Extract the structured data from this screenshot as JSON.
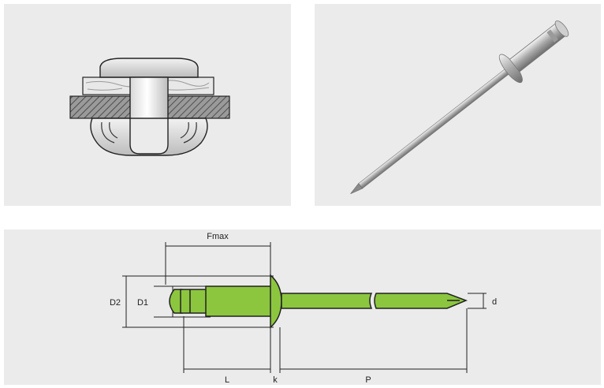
{
  "dimension_labels": {
    "fmax": "Fmax",
    "d2": "D2",
    "d1": "D1",
    "d": "d",
    "l": "L",
    "k": "k",
    "p": "P"
  },
  "colors": {
    "panel_bg": "#ebebeb",
    "rivet_green": "#8cc63f",
    "outline": "#222222",
    "steel": "#b5b5b5"
  }
}
